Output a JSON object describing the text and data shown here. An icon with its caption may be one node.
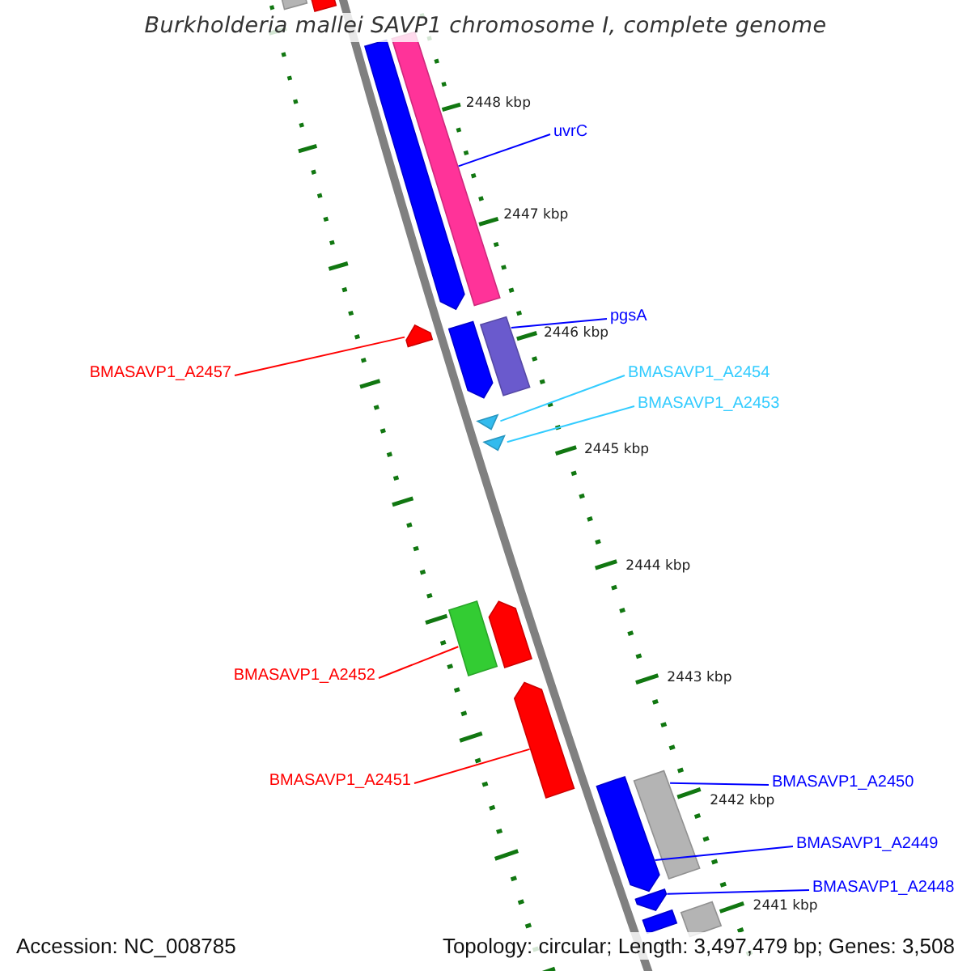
{
  "diagram": {
    "title": "Burkholderia mallei SAVP1 chromosome I, complete genome",
    "nodes": [
      {
        "text": [
          "uvrC"
        ]
      },
      {
        "text": [
          "pgsA"
        ]
      },
      {
        "text": [
          "BMASAVP1_A2457"
        ]
      },
      {
        "text": [
          "BMASAVP1_A2454"
        ]
      },
      {
        "text": [
          "BMASAVP1_A2453"
        ]
      },
      {
        "text": [
          "BMASAVP1_A2452"
        ]
      },
      {
        "text": [
          "BMASAVP1_A2451"
        ]
      },
      {
        "text": [
          "BMASAVP1_A2450"
        ]
      },
      {
        "text": [
          "BMASAVP1_A2449"
        ]
      },
      {
        "text": [
          "BMASAVP1_A2448"
        ]
      },
      {
        "text": [],
        "shape": "bar"
      },
      {
        "text": [],
        "shape": "bar"
      },
      {
        "text": [],
        "shape": "bar"
      },
      {
        "text": [],
        "shape": "bar"
      },
      {
        "text": [],
        "shape": "bar"
      },
      {
        "text": [],
        "shape": "bar"
      },
      {
        "text": [],
        "shape": "bar"
      },
      {
        "text": [],
        "shape": "bar"
      },
      {
        "text": [],
        "shape": "bar"
      },
      {
        "text": [],
        "shape": "bar"
      },
      {
        "text": [],
        "shape": "bar"
      },
      {
        "text": [],
        "shape": "bar"
      },
      {
        "text": [],
        "shape": "bar"
      },
      {
        "text": [],
        "shape": "bar"
      },
      {
        "text": [],
        "shape": "bar"
      },
      {
        "text": [],
        "shape": "bar"
      },
      {
        "text": [],
        "shape": "bar"
      }
    ],
    "edges": [
      {
        "from": 0,
        "to": 13,
        "arrow": "none"
      },
      {
        "from": 1,
        "to": 16,
        "arrow": "none"
      },
      {
        "from": 2,
        "to": 14,
        "arrow": "none",
        "color": "#ff0000"
      },
      {
        "from": 3,
        "to": 17,
        "arrow": "none",
        "color": "#33ccff"
      },
      {
        "from": 4,
        "to": 18,
        "arrow": "none",
        "color": "#33ccff"
      },
      {
        "from": 5,
        "to": 19,
        "arrow": "none",
        "color": "#ff0000"
      },
      {
        "from": 6,
        "to": 21,
        "arrow": "none",
        "color": "#ff0000"
      },
      {
        "from": 7,
        "to": 23,
        "arrow": "none"
      },
      {
        "from": 8,
        "to": 22,
        "arrow": "none"
      },
      {
        "from": 9,
        "to": 24,
        "arrow": "none"
      }
    ],
    "labels": [
      "2448 kbp",
      "2447 kbp",
      "2446 kbp",
      "2445 kbp",
      "2444 kbp",
      "2443 kbp",
      "2442 kbp",
      "2441 kbp",
      "Accession: NC_008785",
      "Topology: circular; Length: 3,497,479 bp; Genes: 3,508"
    ]
  }
}
